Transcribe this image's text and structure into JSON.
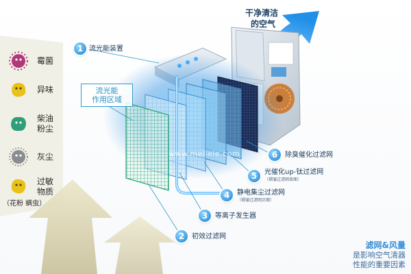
{
  "header": {
    "line1": "干净清洁",
    "line2": "的空气"
  },
  "pollutants": [
    {
      "label": "霉菌",
      "icon": "mold-spore-icon",
      "color": "#b03a78"
    },
    {
      "label": "异味",
      "icon": "odor-blob-icon",
      "color": "#e8c21a"
    },
    {
      "label": "柴油",
      "label2": "粉尘",
      "icon": "diesel-dust-icon",
      "color": "#2f9f7a"
    },
    {
      "label": "灰尘",
      "icon": "dust-particle-icon",
      "color": "#8a8d90"
    },
    {
      "label": "过敏",
      "label2": "物质",
      "note": "（花粉 螨虫）",
      "icon": "allergen-icon",
      "color": "#e8c21a"
    }
  ],
  "zone": {
    "line1": "流光能",
    "line2": "作用区域"
  },
  "components": [
    {
      "number": "1",
      "label": "流光能装置"
    },
    {
      "number": "2",
      "label": "初效过滤网"
    },
    {
      "number": "3",
      "label": "等离子发生器"
    },
    {
      "number": "4",
      "label": "静电集尘过滤网",
      "note": "（褶皱过滤网正面）"
    },
    {
      "number": "5",
      "label": "光催化up-钛过滤网",
      "note": "（褶皱过滤网背面）"
    },
    {
      "number": "6",
      "label": "除臭催化过滤网"
    }
  ],
  "watermark": "www.meilele.com",
  "caption": {
    "head": "滤网&风量",
    "line1": "是影响空气清器",
    "line2": "性能的重要因素"
  },
  "colors": {
    "accent": "#1c84d4",
    "glow": "#3fa9f5",
    "arrow_in": "#ddd6a8",
    "arrow_out": "#2f9be6"
  }
}
